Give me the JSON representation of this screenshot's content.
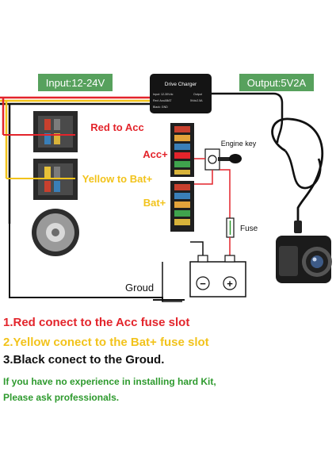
{
  "labels": {
    "input": "Input:12-24V",
    "output": "Output:5V2A",
    "red_to_acc": "Red to Acc",
    "acc_plus": "Acc+",
    "yellow_to_bat": "Yellow to Bat+",
    "bat_plus": "Bat+",
    "engine_key": "Engine key",
    "fuse": "Fuse",
    "ground": "Groud",
    "battery_minus": "−",
    "battery_plus": "+"
  },
  "charger": {
    "title": "Drive Charger",
    "input_spec": "Input: 12-30Vdc",
    "output_label": "Output",
    "red_spec": "Red: Acc&BAT",
    "output_spec": "5Vdc2.5A",
    "black_spec": "Black: GND"
  },
  "instructions": [
    {
      "text": "1.Red conect to the Acc fuse slot",
      "color": "#e3242b"
    },
    {
      "text": "2.Yellow conect to the Bat+ fuse slot",
      "color": "#f2c31b"
    },
    {
      "text": "3.Black conect to the Groud.",
      "color": "#111111"
    }
  ],
  "note": {
    "line1": "If you have no experience in installing hard Kit,",
    "line2": "Please ask professionals."
  },
  "colors": {
    "green_tag": "#57a15d",
    "red": "#e3242b",
    "yellow": "#f2c31b",
    "note_green": "#2e9a2e"
  }
}
